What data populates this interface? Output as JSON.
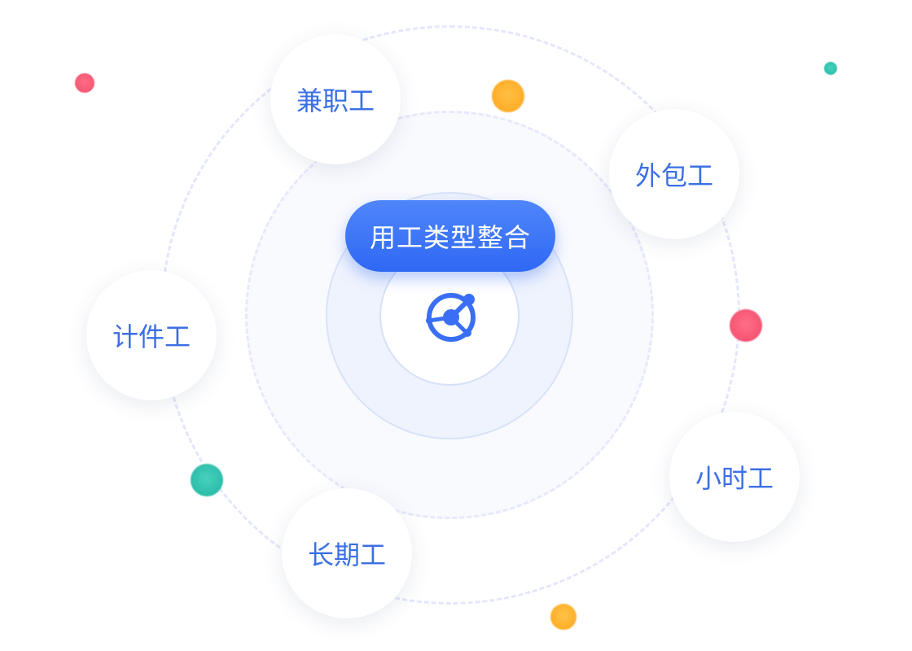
{
  "center": {
    "label": "用工类型整合",
    "icon": "integration-hub-icon",
    "color": "#3a6ff5"
  },
  "nodes": [
    {
      "label": "兼职工"
    },
    {
      "label": "外包工"
    },
    {
      "label": "计件工"
    },
    {
      "label": "小时工"
    },
    {
      "label": "长期工"
    }
  ],
  "colors": {
    "node_text": "#3b6fe4",
    "accent_red": "#f0506c",
    "accent_orange": "#ffa41b",
    "accent_teal": "#22b8a3",
    "ring": "#e4e7fb"
  }
}
